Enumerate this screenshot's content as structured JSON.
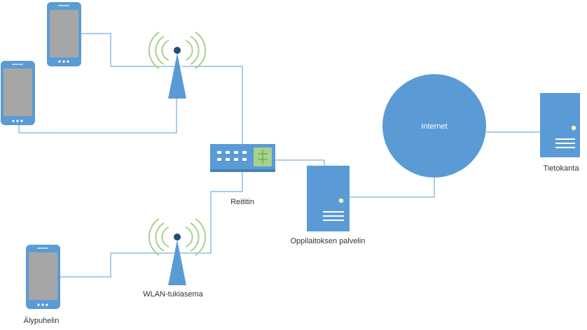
{
  "labels": {
    "internet": "Internet",
    "database": "Tietokanta",
    "router": "Reititin",
    "server": "Oppilaitoksen palvelin",
    "access_point": "WLAN-tukiasema",
    "smartphone": "Älypuhelin"
  },
  "colors": {
    "device_blue": "#5b9bd5",
    "device_dark": "#1f4e79",
    "screen_gray": "#a6a6a6",
    "wifi_green": "#a9d18e",
    "router_port_green": "#70ad47",
    "line": "#5b9bd5"
  }
}
